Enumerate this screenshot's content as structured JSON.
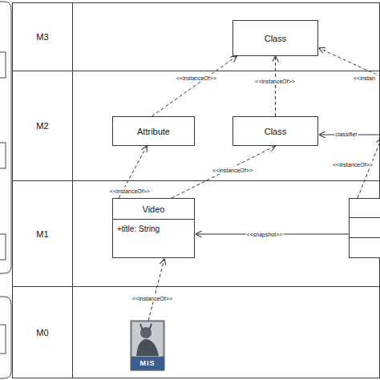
{
  "diagram": {
    "nodes": [
      {
        "text": [
          "M3"
        ]
      },
      {
        "text": [
          "Class"
        ],
        "in": 0
      },
      {
        "text": [
          "M2"
        ]
      },
      {
        "text": [
          "Attribute"
        ],
        "in": 2
      },
      {
        "text": [
          "Class"
        ],
        "in": 2
      },
      {
        "text": [
          "M1"
        ]
      },
      {
        "text": [
          "Video",
          "+title: String"
        ],
        "in": 5
      },
      {
        "text": [
          "M0"
        ]
      }
    ],
    "edges": [
      {
        "from": 3,
        "to": 1,
        "arrow": "to",
        "label": "<<instanceOf>>"
      },
      {
        "from": 4,
        "to": 1,
        "arrow": "to",
        "label": "<<instanceOf>>"
      },
      {
        "from": 6,
        "to": 4,
        "arrow": "to",
        "label": "<<instanceOf>>"
      },
      {
        "from": 6,
        "to": 3,
        "arrow": "to",
        "label": "<<instanceOf>>"
      }
    ],
    "labels": [
      "<<instan",
      "classifier",
      "<<instanceOf>>",
      "<<snapshot>>",
      "<<instanceOf>>",
      "MIS"
    ]
  }
}
